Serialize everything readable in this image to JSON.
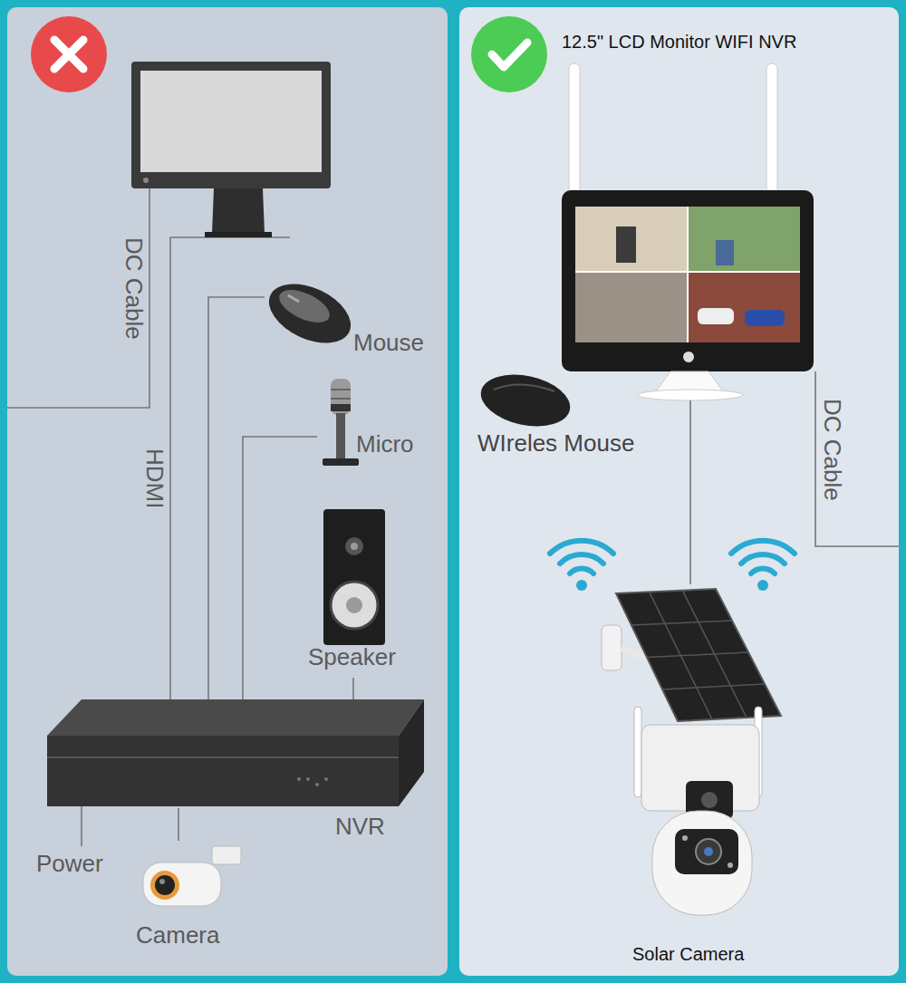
{
  "diagram": {
    "nodes": [
      {
        "text": [
          "Mouse"
        ]
      },
      {
        "text": [
          "Micro"
        ]
      },
      {
        "text": [
          "Speaker"
        ]
      },
      {
        "text": [
          "NVR"
        ]
      },
      {
        "text": [
          "Camera"
        ]
      },
      {
        "text": [
          "12.5\" LCD Monitor WIFI NVR"
        ]
      },
      {
        "text": [
          "WIreles Mouse"
        ]
      },
      {
        "text": [
          "Solar Camera"
        ]
      }
    ],
    "edges": [
      {
        "from": 0,
        "to": 3,
        "arrow": "none"
      },
      {
        "from": 1,
        "to": 3,
        "arrow": "none"
      },
      {
        "from": 2,
        "to": 3,
        "arrow": "none"
      },
      {
        "from": 3,
        "to": 4,
        "arrow": "none"
      },
      {
        "from": 5,
        "to": 7,
        "arrow": "none"
      }
    ],
    "labels": [
      "DC Cable",
      "HDMI",
      "Power",
      "DC Cable"
    ]
  }
}
